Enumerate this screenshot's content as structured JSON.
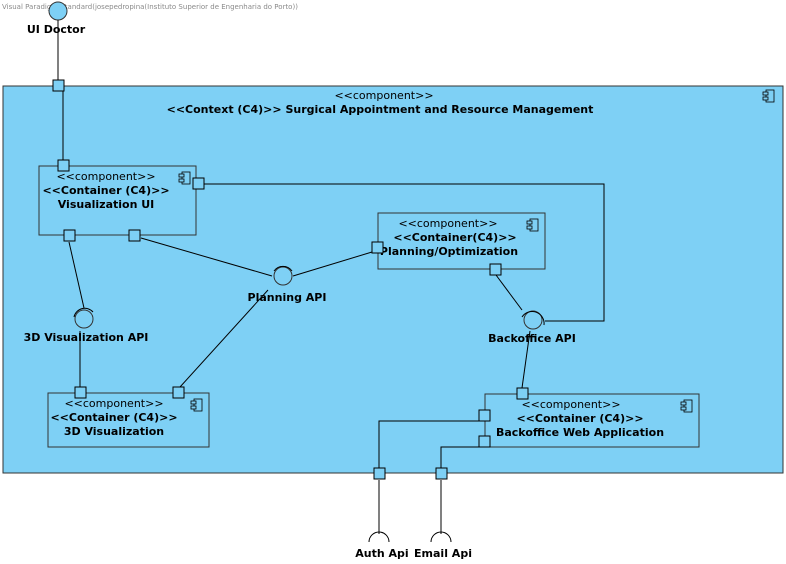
{
  "watermark": "Visual Paradigm Standard(josepedropina(Instituto Superior de Engenharia do Porto))",
  "actor": {
    "label": "UI Doctor"
  },
  "context": {
    "stereotype": "<<component>>",
    "title": "<<Context (C4)>> Surgical Appointment and Resource Management"
  },
  "components": {
    "visualization_ui": {
      "stereotype": "<<component>>",
      "kind": "<<Container (C4)>>",
      "name": "Visualization UI"
    },
    "planning": {
      "stereotype": "<<component>>",
      "kind": "<<Container(C4)>>",
      "name": "Planning/Optimization"
    },
    "visualization_3d": {
      "stereotype": "<<component>>",
      "kind": "<<Container (C4)>>",
      "name": "3D Visualization"
    },
    "backoffice_web": {
      "stereotype": "<<component>>",
      "kind": "<<Container (C4)>>",
      "name": "Backoffice Web Application"
    }
  },
  "interfaces": {
    "planning_api": "Planning API",
    "visualization_3d_api": "3D Visualization API",
    "backoffice_api": "Backoffice API",
    "auth_api": "Auth Api",
    "email_api": "Email Api"
  },
  "colors": {
    "fill": "#7ed0f5",
    "stroke": "#000000"
  }
}
